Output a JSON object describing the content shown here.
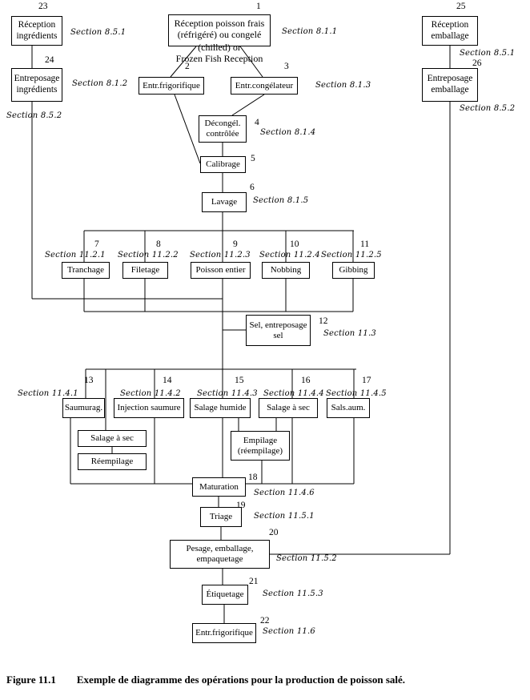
{
  "figure": {
    "label": "Figure 11.1",
    "caption": "Exemple de diagramme des opérations pour la production de poisson salé."
  },
  "nodes": {
    "reception_poisson": {
      "num": "1",
      "label": "Réception poisson frais\n(réfrigéré) ou congelé",
      "overflow": "(chilled) or\nFrozen Fish Reception",
      "section": "Section 8.1.1"
    },
    "entr_frigorifique": {
      "num": "2",
      "label": "Entr.frigorifique"
    },
    "entr_congelateur": {
      "num": "3",
      "label": "Entr.congélateur",
      "section": "Section 8.1.3"
    },
    "decongel_controlee": {
      "num": "4",
      "label": "Décongél.\ncontrôlée",
      "section": "Section 8.1.4"
    },
    "calibrage": {
      "num": "5",
      "label": "Calibrage"
    },
    "lavage": {
      "num": "6",
      "label": "Lavage",
      "section": "Section 8.1.5"
    },
    "tranchage": {
      "num": "7",
      "label": "Tranchage",
      "section": "Section 11.2.1"
    },
    "filetage": {
      "num": "8",
      "label": "Filetage",
      "section": "Section 11.2.2"
    },
    "poisson_entier": {
      "num": "9",
      "label": "Poisson entier",
      "section": "Section 11.2.3"
    },
    "nobbing": {
      "num": "10",
      "label": "Nobbing",
      "section": "Section 11.2.4"
    },
    "gibbing": {
      "num": "11",
      "label": "Gibbing",
      "section": "Section 11.2.5"
    },
    "sel_entreposage": {
      "num": "12",
      "label": "Sel, entreposage\nsel",
      "section": "Section 11.3"
    },
    "saumurage": {
      "num": "13",
      "label": "Saumurag.",
      "section": "Section 11.4.1"
    },
    "injection_saumure": {
      "num": "14",
      "label": "Injection saumure",
      "section": "Section 11.4.2"
    },
    "salage_humide": {
      "num": "15",
      "label": "Salage humide",
      "section": "Section 11.4.3"
    },
    "salage_a_sec": {
      "num": "16",
      "label": "Salage à sec",
      "section": "Section 11.4.4"
    },
    "sals_aum": {
      "num": "17",
      "label": "Sals.aum.",
      "section": "Section 11.4.5"
    },
    "salage_a_sec_sub": {
      "label": "Salage à sec"
    },
    "reempilage_sub": {
      "label": "Réempilage"
    },
    "empilage_sub": {
      "label": "Empilage\n(réempilage)"
    },
    "maturation": {
      "num": "18",
      "label": "Maturation",
      "section": "Section 11.4.6"
    },
    "triage": {
      "num": "19",
      "label": "Triage",
      "section": "Section 11.5.1"
    },
    "pesage_emballage": {
      "num": "20",
      "label": "Pesage, emballage,\nempaquetage",
      "section": "Section 11.5.2"
    },
    "etiquetage": {
      "num": "21",
      "label": "Étiquetage",
      "section": "Section 11.5.3"
    },
    "entr_frigorifique_final": {
      "num": "22",
      "label": "Entr.frigorifique",
      "section": "Section 11.6"
    },
    "reception_ingredients": {
      "num": "23",
      "label": "Réception\ningrédients",
      "section": "Section 8.5.1"
    },
    "entreposage_ingredients": {
      "num": "24",
      "label": "Entreposage\ningrédients",
      "section": "Section 8.1.2"
    },
    "ingredients_route": {
      "section": "Section 8.5.2"
    },
    "reception_emballage": {
      "num": "25",
      "label": "Réception\nemballage",
      "section": "Section 8.5.1"
    },
    "entreposage_emballage": {
      "num": "26",
      "label": "Entreposage\nemballage",
      "section": "Section 8.5.2"
    }
  }
}
